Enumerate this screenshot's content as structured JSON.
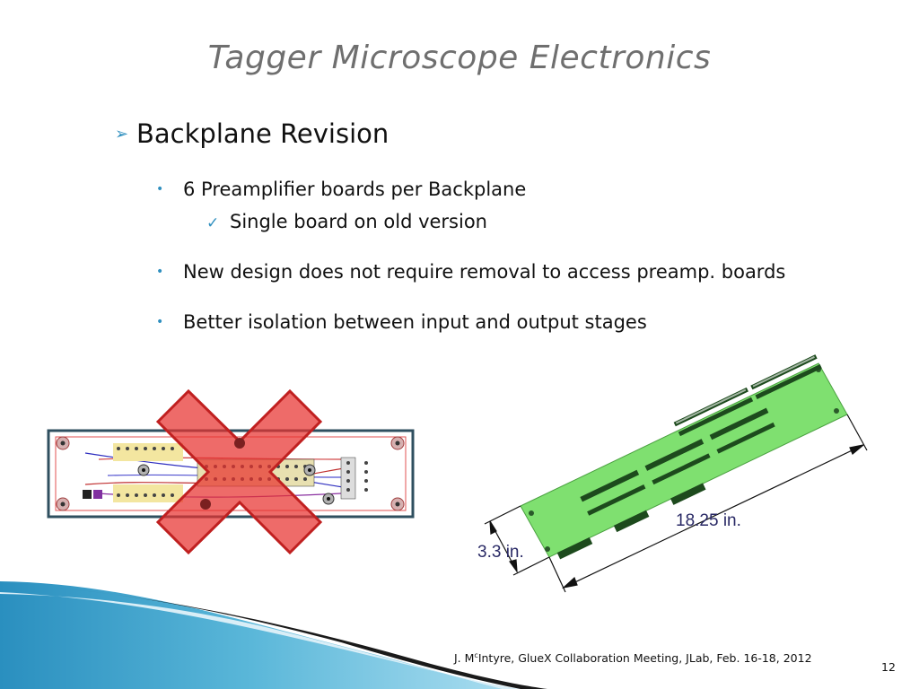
{
  "title": "Tagger Microscope Electronics",
  "bullet_main": {
    "marker": "➢",
    "text": "Backplane Revision"
  },
  "sub_bullets": [
    {
      "marker": "•",
      "text": "6 Preamplifier boards per Backplane"
    },
    {
      "marker": "✓",
      "text": "Single board on old version"
    },
    {
      "marker": "•",
      "text": "New design does not require removal to access preamp. boards"
    },
    {
      "marker": "•",
      "text": "Better isolation between input and output stages"
    }
  ],
  "diagram": {
    "length_label": "18.25 in.",
    "width_label": "3.3 in."
  },
  "footer": {
    "author_prefix": "J. M",
    "author_sup": "c",
    "author_rest": "Intyre, GlueX Collaboration Meeting, JLab, Feb. 16-18, 2012",
    "page_number": "12"
  },
  "colors": {
    "title": "#6f6f6f",
    "accent": "#2f8fbf",
    "cross": "#e8322f",
    "new_board": "#7fe070",
    "old_board_frame": "#2f4f5f"
  }
}
